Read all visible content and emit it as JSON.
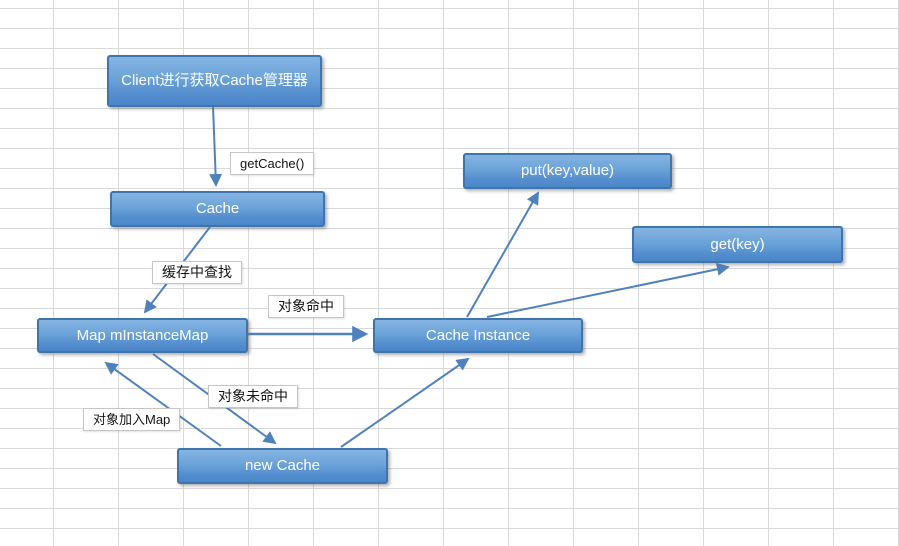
{
  "diagram": {
    "title": "Cache manager flow diagram on spreadsheet grid",
    "nodes": [
      {
        "id": "client",
        "label": "Client进行获取Cache管理器"
      },
      {
        "id": "cache",
        "label": "Cache"
      },
      {
        "id": "map",
        "label": "Map mInstanceMap"
      },
      {
        "id": "cache-instance",
        "label": "Cache Instance"
      },
      {
        "id": "put",
        "label": "put(key,value)"
      },
      {
        "id": "get",
        "label": "get(key)"
      },
      {
        "id": "new-cache",
        "label": "new Cache"
      }
    ],
    "edge_labels": [
      {
        "id": "getcache",
        "label": "getCache()"
      },
      {
        "id": "lookup",
        "label": "缓存中查找"
      },
      {
        "id": "hit",
        "label": "对象命中"
      },
      {
        "id": "miss",
        "label": "对象未命中"
      },
      {
        "id": "add-to-map",
        "label": "对象加入Map"
      }
    ],
    "edges": [
      {
        "from": "client",
        "to": "cache",
        "label": "getCache()"
      },
      {
        "from": "cache",
        "to": "map",
        "label": "缓存中查找"
      },
      {
        "from": "map",
        "to": "cache-instance",
        "label": "对象命中"
      },
      {
        "from": "cache-instance",
        "to": "put",
        "label": ""
      },
      {
        "from": "cache-instance",
        "to": "get",
        "label": ""
      },
      {
        "from": "new-cache",
        "to": "cache-instance",
        "label": ""
      },
      {
        "from": "map",
        "to": "new-cache",
        "label": "对象未命中"
      },
      {
        "from": "new-cache",
        "to": "map",
        "label": "对象加入Map"
      }
    ],
    "colors": {
      "node_fill_top": "#85B4E2",
      "node_fill_bottom": "#4A86C8",
      "node_border": "#3F74AD",
      "node_text": "#FFFFFF",
      "arrow": "#4F81BD",
      "edge_label_bg": "#FFFFFF",
      "edge_label_border": "#C6C6C6",
      "edge_label_text": "#141414",
      "grid_line": "#D9D9D9",
      "background": "#FFFFFF"
    }
  }
}
